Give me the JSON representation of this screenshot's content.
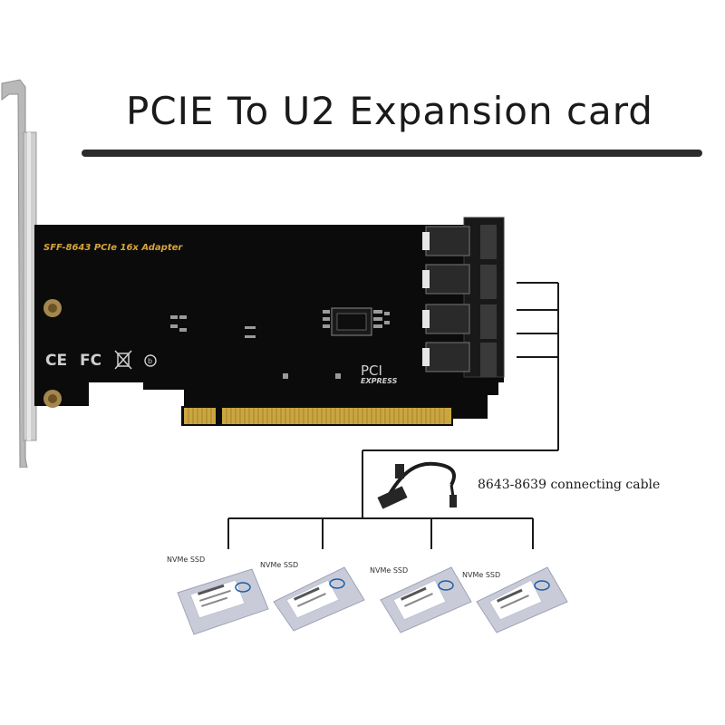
{
  "title": "PCIE To U2 Expansion card",
  "card": {
    "label": "SFF-8643 PCIe 16x Adapter",
    "cert_ce": "CE",
    "cert_fc": "FC",
    "pci_logo_top": "PCI",
    "pci_logo_bottom": "EXPRESS"
  },
  "cable": {
    "label": "8643-8639 connecting cable"
  },
  "ssds": [
    {
      "label": "NVMe SSD"
    },
    {
      "label": "NVMe SSD"
    },
    {
      "label": "NVMe SSD"
    },
    {
      "label": "NVMe SSD"
    }
  ],
  "colors": {
    "pcb": "#0b0b0b",
    "gold_fingers": "#c9a640",
    "bracket": "#b9b9b9",
    "wire": "#1a1a1a"
  }
}
